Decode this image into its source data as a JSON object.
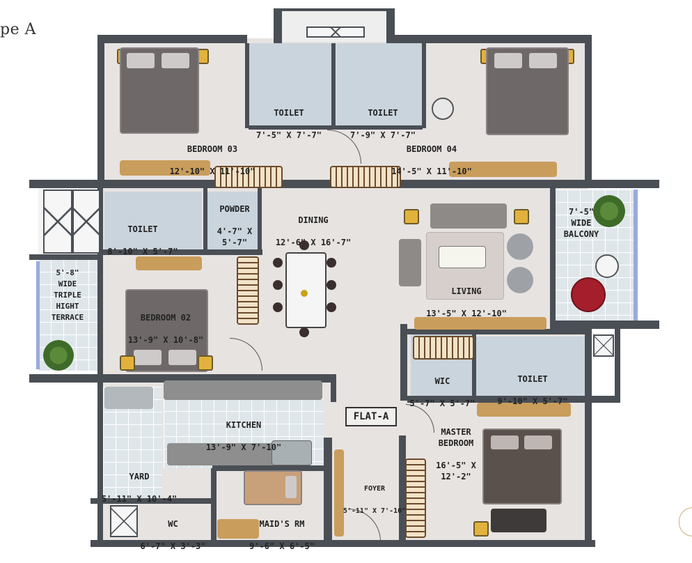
{
  "header": {
    "plan_type": "pe A"
  },
  "flat_tag": "FLAT-A",
  "rooms": {
    "bedroom03": {
      "name": "BEDROOM 03",
      "size": "12'-10\" X 11'-10\""
    },
    "toilet_a": {
      "name": "TOILET",
      "size": "7'-5\" X 7'-7\""
    },
    "toilet_b": {
      "name": "TOILET",
      "size": "7'-9\" X 7'-7\""
    },
    "bedroom04": {
      "name": "BEDROOM 04",
      "size": "14'-5\" X 11'-10\""
    },
    "toilet_c": {
      "name": "TOILET",
      "size": "8'-10\" X 5'-7\""
    },
    "powder": {
      "name": "POWDER",
      "size": "4'-7\" X 5'-7\""
    },
    "dining": {
      "name": "DINING",
      "size": "12'-6\" X 16'-7\""
    },
    "balcony": {
      "name": "7'-5\"\nWIDE\nBALCONY"
    },
    "terrace": {
      "name": "5'-8\"\nWIDE\nTRIPLE\nHIGHT\nTERRACE"
    },
    "bedroom02": {
      "name": "BEDROOM 02",
      "size": "13'-9\" X 10'-8\""
    },
    "living": {
      "name": "LIVING",
      "size": "13'-5\" X 12'-10\""
    },
    "wic": {
      "name": "WIC",
      "size": "5'-7\" X 5'-7\""
    },
    "toilet_d": {
      "name": "TOILET",
      "size": "9'-10\" X 5'-7\""
    },
    "kitchen": {
      "name": "KITCHEN",
      "size": "13'-9\" X 7'-10\""
    },
    "master": {
      "name": "MASTER\nBEDROOM",
      "size": "16'-5\" X 12'-2\""
    },
    "yard": {
      "name": "YARD",
      "size": "5'-11\" X 10'-4\""
    },
    "foyer": {
      "name": "FOYER",
      "size": "5'-11\" X 7'-10\""
    },
    "wc": {
      "name": "WC",
      "size": "6'-7\" X 3'-3\""
    },
    "maids": {
      "name": "MAID'S RM",
      "size": "9'-6\" X 6'-5\""
    }
  },
  "colors": {
    "wall": "#4a4f55",
    "floor": "#e7e3e1",
    "wet_area": "#c9d4dc",
    "wood": "#c99d5b",
    "lamp": "#e3b23c"
  }
}
